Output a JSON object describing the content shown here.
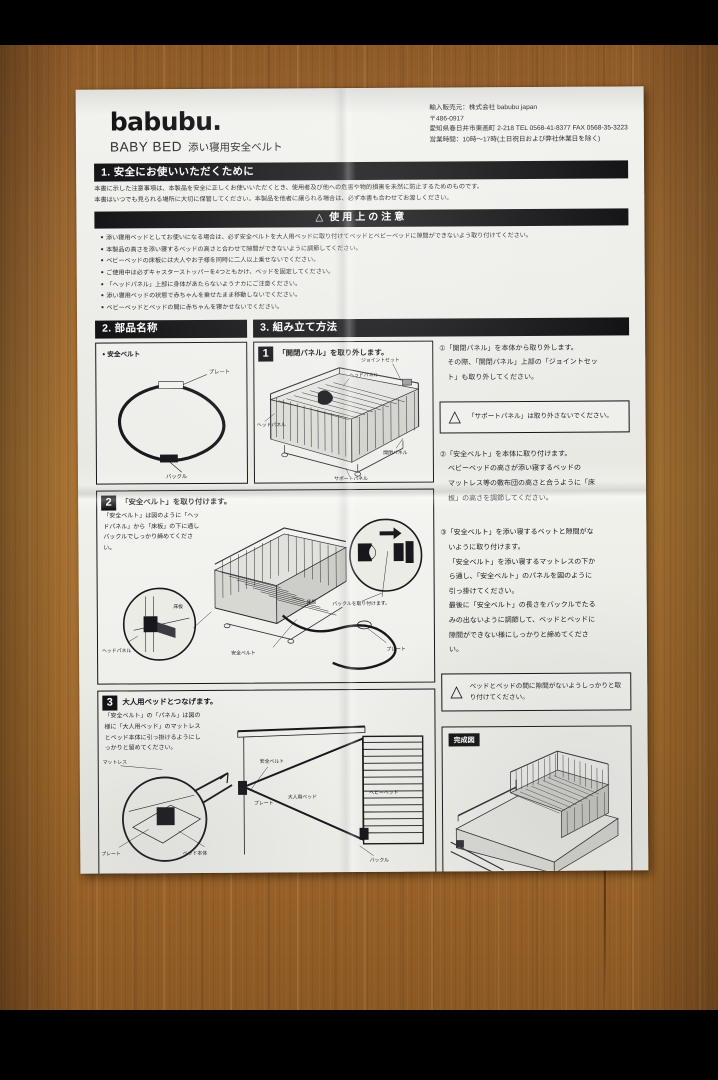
{
  "photo": {
    "subject": "printed Japanese instruction sheet for babubu BABY BED co-sleeping safety belt, lying on a wooden desk",
    "desk_color": "#a8712f",
    "paper_color": "#eeeeea",
    "ink_color": "#17171a",
    "letterbox_color": "#000000"
  },
  "header": {
    "brand": "babubu.",
    "product_en": "BABY BED",
    "product_jp": "添い寝用安全ベルト",
    "company": [
      "輸入販売元：株式会社 babubu japan",
      "〒486-0917",
      "愛知県春日井市東画町 2-218  TEL 0568-41-8377  FAX 0568-35-3223",
      "営業時間：10時〜17時(土日祝日および弊社休業日を除く)"
    ]
  },
  "section1": {
    "title": "1. 安全にお使いいただくために",
    "notes": [
      "本書に示した注意事項は、本製品を安全に正しくお使いいただくとき、使用者及び他への危害や物的損害を未然に防止するためのものです。",
      "本書はいつでも見られる場所に大切に保管してください。本製品を他者に譲られる場合は、必ず本書も合わせてお渡しください。"
    ],
    "caution_title": "使用上の注意",
    "caution_icon": "warning-triangle",
    "bullets": [
      "添い寝用ベッドとしてお使いになる場合は、必ず安全ベルトを大人用ベッドに取り付けてベッドとベビーベッドに隙間ができないよう取り付けてください。",
      "本製品の高さを添い寝するベッドの高さと合わせて隙間ができないように調節してください。",
      "ベビーベッドの床板には大人やお子様を同時に二人以上乗せないでください。",
      "ご使用中は必ずキャスターストッパーを4つともかけ、ベッドを固定してください。",
      "「ヘッドパネル」上部に身体があたらないようナカにご注意ください。",
      "添い寝用ベッドの状態で赤ちゃんを乗せたまま移動しないでください。",
      "ベビーベッドとベッドの間に赤ちゃんを寝かせないでください。"
    ]
  },
  "section2": {
    "title": "2. 部品名称",
    "part_name": "安全ベルト",
    "labels": {
      "plate": "プレート",
      "buckle": "バックル"
    }
  },
  "section3": {
    "title": "3. 組み立て方法",
    "steps": [
      {
        "number": "1",
        "title": "「開閉パネル」を取り外します。",
        "labels": [
          "ジョイントセット",
          "ヘッドパネル",
          "ヘッドパネル",
          "開閉パネル",
          "サポートパネル"
        ]
      },
      {
        "number": "2",
        "title": "「安全ベルト」を取り付けます。",
        "body": "「安全ベルト」は図のように「ヘッドパネル」から「床板」の下に通しバックルでしっかり締めてください。",
        "labels": [
          "ヘッドパネル",
          "床板",
          "床板",
          "安全ベルト",
          "プレート",
          "バックルを取り付けます。"
        ]
      },
      {
        "number": "3",
        "title": "大人用ベッドとつなげます。",
        "body": "「安全ベルト」の「パネル」は図の様に「大人用ベッド」のマットレスとベッド本体に引っ掛けるようにしっかりと留めてください。",
        "labels": [
          "マットレス",
          "プレート",
          "ベッド本体",
          "安全ベルト",
          "大人用ベッド",
          "ベビーベッド",
          "プレート",
          "バックル"
        ]
      }
    ],
    "finish_tag": "完成図"
  },
  "right_column": {
    "items": [
      {
        "marker": "①",
        "lines": [
          "「開閉パネル」を本体から取り外します。",
          "その際、「開閉パネル」上部の「ジョイントセッ",
          "ト」も取り外してください。"
        ]
      },
      {
        "marker": "②",
        "lines": [
          "「安全ベルト」を本体に取り付けます。",
          "ベビーベッドの高さが添い寝するベッドの",
          "マットレス等の敷布団の高さと合うように「床",
          "板」の高さを調節してください。"
        ]
      },
      {
        "marker": "③",
        "lines": [
          "「安全ベルト」を添い寝するベットと隙間がな",
          "いように取り付けます。",
          "「安全ベルト」を添い寝するマットレスの下か",
          "ら通し、「安全ベルト」のパネルを図のように",
          "引っ掛けてください。",
          "最後に「安全ベルト」の長さをバックルでたる",
          "みの出ないように調節して、ベッドとベッドに",
          "隙間ができない様にしっかりと締めてくださ",
          "い。"
        ]
      }
    ],
    "warnings": [
      {
        "icon": "warning-triangle",
        "text": "「サポートパネル」は取り外さないでください。"
      },
      {
        "icon": "warning-triangle",
        "text": "ベッドとベッドの間に隙間がないようしっかりと取り付けてください。"
      }
    ]
  }
}
